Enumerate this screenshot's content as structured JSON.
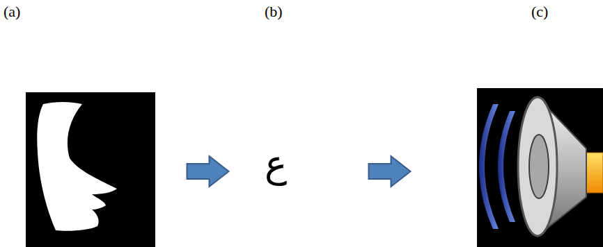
{
  "diagram": {
    "nodes": [
      {
        "text": [
          "(a)"
        ]
      },
      {
        "text": [
          "(b)",
          "ع"
        ]
      },
      {
        "text": [
          "(c)"
        ]
      }
    ],
    "edges": [
      {
        "from": 0,
        "to": 1,
        "arrow": "to"
      },
      {
        "from": 1,
        "to": 2,
        "arrow": "to"
      }
    ]
  }
}
